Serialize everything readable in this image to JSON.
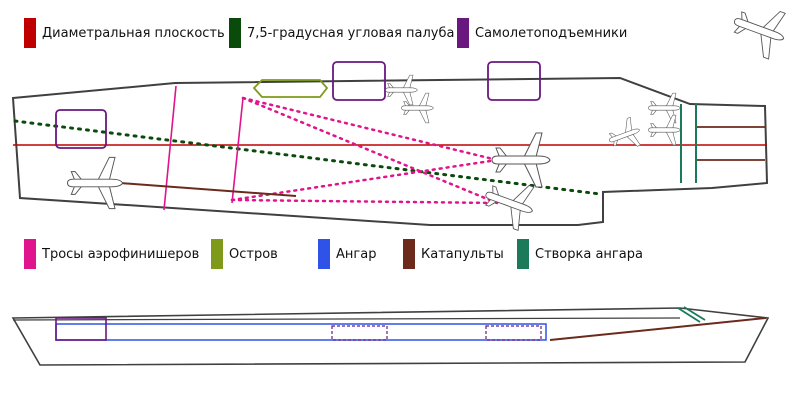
{
  "legend": [
    {
      "label": "Диаметральная плоскость",
      "color": "#c00000"
    },
    {
      "label": "7,5-градусная угловая палуба",
      "color": "#0a4a0a"
    },
    {
      "label": "Самолетоподъемники",
      "color": "#6a1880"
    },
    {
      "label": "Тросы аэрофинишеров",
      "color": "#e0148c"
    },
    {
      "label": "Остров",
      "color": "#7f9a1a"
    },
    {
      "label": "Ангар",
      "color": "#2f52e8"
    },
    {
      "label": "Катапульты",
      "color": "#6b2a1c"
    },
    {
      "label": "Створка ангара",
      "color": "#1a7a5a"
    }
  ],
  "colors": {
    "outline": "#404040",
    "aircraft_fill": "#ffffff",
    "aircraft_stroke": "#555555"
  },
  "icons": {
    "aircraft": "aircraft-icon"
  }
}
